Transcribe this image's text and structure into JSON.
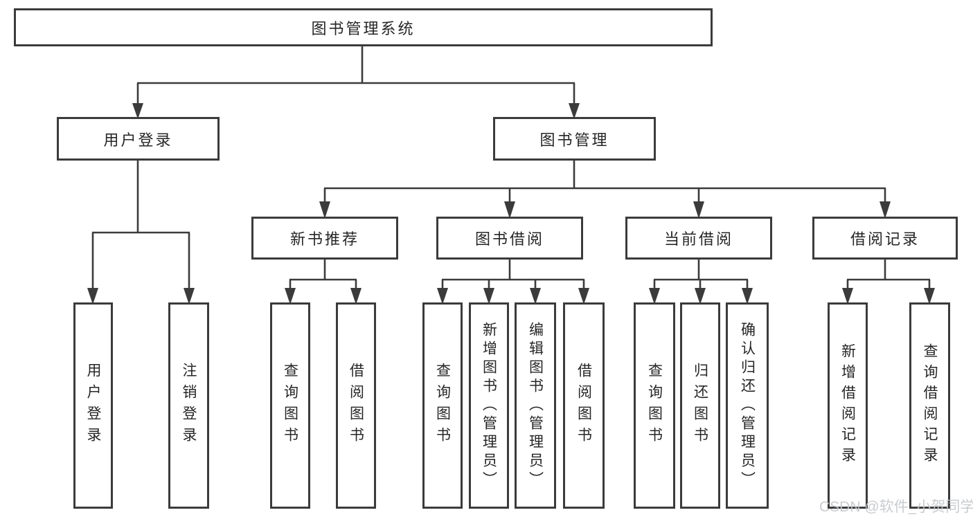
{
  "diagram": {
    "title": "图书管理系统",
    "modules": [
      {
        "label": "用户登录",
        "children": [
          {
            "label": "用户登录"
          },
          {
            "label": "注销登录"
          }
        ]
      },
      {
        "label": "图书管理",
        "children": [
          {
            "label": "新书推荐",
            "children": [
              {
                "label": "查询图书"
              },
              {
                "label": "借阅图书"
              }
            ]
          },
          {
            "label": "图书借阅",
            "children": [
              {
                "label": "查询图书"
              },
              {
                "label": "新增图书（管理员）"
              },
              {
                "label": "编辑图书（管理员）"
              },
              {
                "label": "借阅图书"
              }
            ]
          },
          {
            "label": "当前借阅",
            "children": [
              {
                "label": "查询图书"
              },
              {
                "label": "归还图书"
              },
              {
                "label": "确认归还（管理员）"
              }
            ]
          },
          {
            "label": "借阅记录",
            "children": [
              {
                "label": "新增借阅记录"
              },
              {
                "label": "查询借阅记录"
              }
            ]
          }
        ]
      }
    ]
  },
  "watermark": {
    "text": "CSDN @软件_小贺同学"
  },
  "colors": {
    "line": "#3b3b3b",
    "text": "#262626",
    "watermark": "#c5c8cc",
    "background": "#ffffff"
  }
}
